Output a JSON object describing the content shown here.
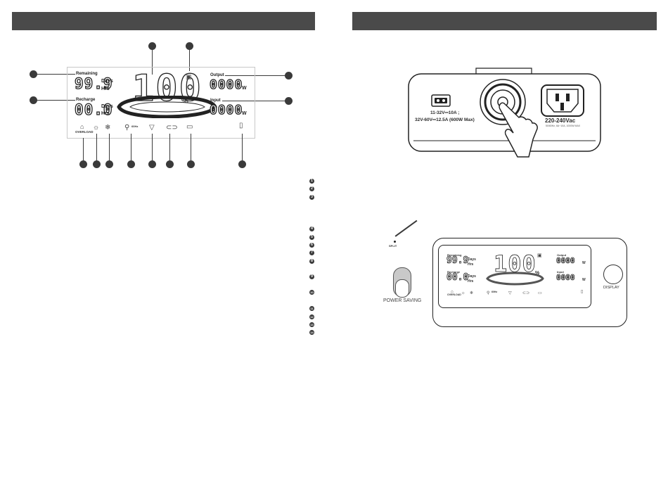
{
  "screen": {
    "remaining_label": "Remaining",
    "remaining_value": "99.9",
    "recharge_label": "Recharge",
    "recharge_value": "00.0",
    "days": "Days",
    "hrs": "Hrs",
    "battery_percent": "100",
    "percent_sign": "%",
    "output_label": "Output",
    "output_value": "0000",
    "input_label": "Input",
    "input_value": "0000",
    "watt_unit": "W",
    "overload_label": "OVERLOAD",
    "hz_label": "60Hz",
    "icons": [
      "overload-icon",
      "heat-icon",
      "cold-icon",
      "ac-frequency-icon",
      "usb-a-port-icon",
      "usb-c-port-icon",
      "usb-port-icon",
      "wireless-charge-icon"
    ]
  },
  "index_markers": [
    "1",
    "2",
    "3",
    "4",
    "5",
    "6",
    "7",
    "8",
    "9",
    "10",
    "11",
    "12",
    "13",
    "14"
  ],
  "panel": {
    "dc_input_line1": "11-32V⎓10A ;",
    "dc_input_line2": "32V-60V⎓12.5A (600W Max)",
    "ac_rating": "220-240Vac",
    "ac_rating_sub": "50/60Hz, 6A~10A, 1000W MAX"
  },
  "bottom": {
    "switch_label": "SPLIT",
    "power_saving_label": "POWER SAVING",
    "display_label": "DISPLAY",
    "remaining_label": "Remaining",
    "remaining_value": "99.9",
    "recharge_label": "Recharge",
    "recharge_value": "00.0",
    "days": "Days",
    "hrs": "Hrs",
    "battery_percent": "100",
    "output_label": "Output",
    "output_value": "0000",
    "input_label": "Input",
    "input_value": "0000",
    "watt_unit": "W",
    "overload_label": "OVERLOAD",
    "hz_label": "60Hz"
  },
  "colors": {
    "header_band": "#4a4a4a",
    "line_art": "#222222"
  }
}
